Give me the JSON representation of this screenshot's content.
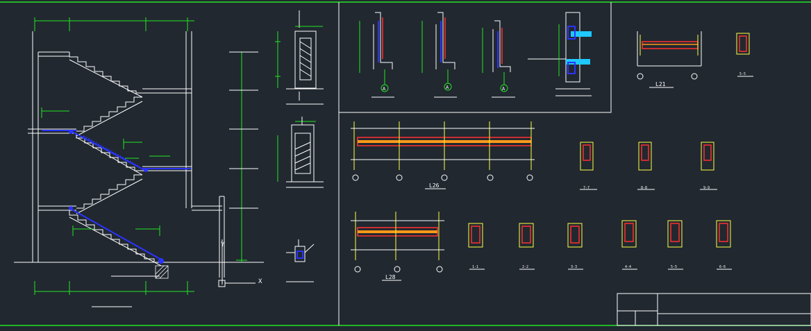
{
  "drawing": {
    "frame_color": "#22e622",
    "background": "#212830"
  },
  "labels": {
    "beam_l21": "L21",
    "beam_l26": "L26",
    "beam_l28": "L28",
    "sec_5_5_top": "5-5",
    "sec_7_7": "7-7",
    "sec_8_8": "8-8",
    "sec_9_9": "9-9",
    "sec_1_1": "1-1",
    "sec_2_2": "2-2",
    "sec_3_3": "3-3",
    "sec_4_4": "4-4",
    "sec_5_5": "5-5",
    "sec_6_6": "6-6",
    "detail_a": "A",
    "axis_y": "Y",
    "axis_x": "X"
  },
  "colors": {
    "green": "#22e622",
    "white": "#ffffff",
    "red": "#ff3030",
    "orange": "#ff9a1a",
    "yellow": "#ffff40",
    "blue": "#2b34ff",
    "cyan": "#1fc8ff",
    "gray": "#a8a8a8"
  }
}
